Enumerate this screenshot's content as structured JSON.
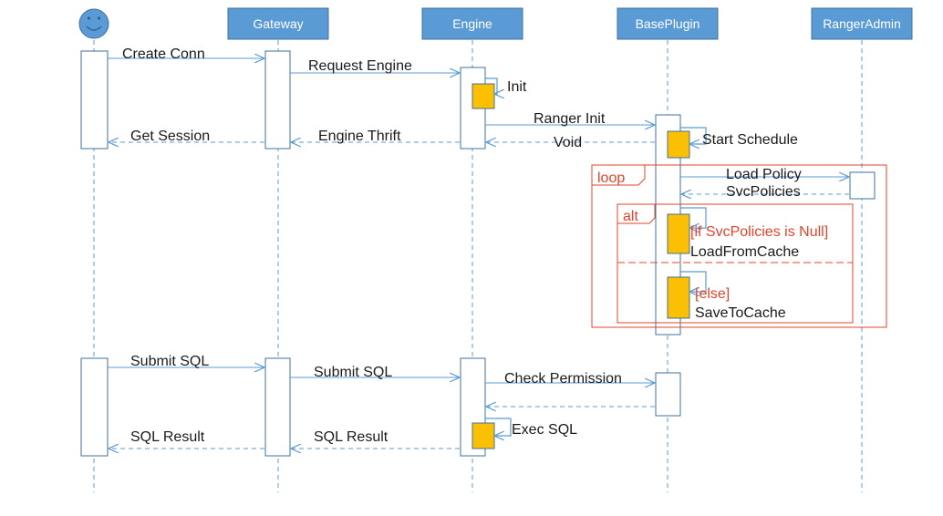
{
  "colors": {
    "header_fill": "#5b9bd5",
    "header_stroke": "#41719c",
    "line": "#5b9bd5",
    "activation_stroke": "#41719c",
    "self_call": "#fbbf04",
    "frame": "#e0442b",
    "actor_face": "#5b9bd5"
  },
  "actor": {
    "icon": "smiley-face-icon"
  },
  "participants": [
    {
      "id": "gateway",
      "label": "Gateway"
    },
    {
      "id": "engine",
      "label": "Engine"
    },
    {
      "id": "baseplugin",
      "label": "BasePlugin"
    },
    {
      "id": "rangeradmin",
      "label": "RangerAdmin"
    }
  ],
  "messages": {
    "create_conn": "Create Conn",
    "request_engine": "Request Engine",
    "init": "Init",
    "ranger_init": "Ranger Init",
    "get_session": "Get Session",
    "engine_thrift": "Engine Thrift",
    "void": "Void",
    "start_schedule": "Start Schedule",
    "load_policy": "Load Policy",
    "svc_policies": "SvcPolicies",
    "load_from_cache": "LoadFromCache",
    "save_to_cache": "SaveToCache",
    "submit_sql_1": "Submit SQL",
    "submit_sql_2": "Submit SQL",
    "check_permission": "Check Permission",
    "exec_sql": "Exec SQL",
    "sql_result_1": "SQL Result",
    "sql_result_2": "SQL Result"
  },
  "frames": {
    "loop_label": "loop",
    "alt_label": "alt",
    "guard_if": "[if SvcPolicies is Null]",
    "guard_else": "[else]"
  }
}
